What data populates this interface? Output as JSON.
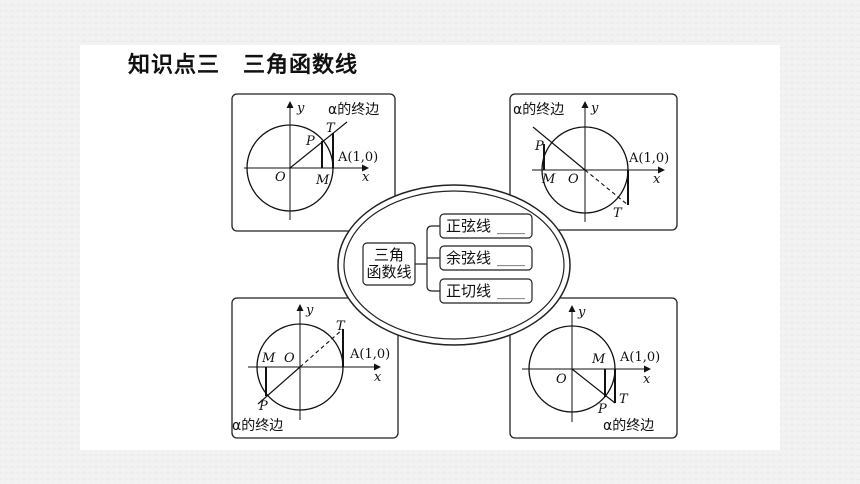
{
  "heading": "知识点三　三角函数线",
  "center": {
    "title_line1": "三角",
    "title_line2": "函数线",
    "items": [
      "正弦线",
      "余弦线",
      "正切线"
    ],
    "blank": "____"
  },
  "panels": {
    "top_left": {
      "terminal_side": "α的终边",
      "labels": {
        "y": "y",
        "x": "x",
        "O": "O",
        "P": "P",
        "T": "T",
        "M": "M",
        "A": "A(1,0)"
      }
    },
    "top_right": {
      "terminal_side": "α的终边",
      "labels": {
        "y": "y",
        "x": "x",
        "O": "O",
        "P": "P",
        "T": "T",
        "M": "M",
        "A": "A(1,0)"
      }
    },
    "bottom_left": {
      "terminal_side": "α的终边",
      "labels": {
        "y": "y",
        "x": "x",
        "O": "O",
        "P": "P",
        "T": "T",
        "M": "M",
        "A": "A(1,0)"
      }
    },
    "bottom_right": {
      "terminal_side": "α的终边",
      "labels": {
        "y": "y",
        "x": "x",
        "O": "O",
        "P": "P",
        "T": "T",
        "M": "M",
        "A": "A(1,0)"
      }
    }
  }
}
